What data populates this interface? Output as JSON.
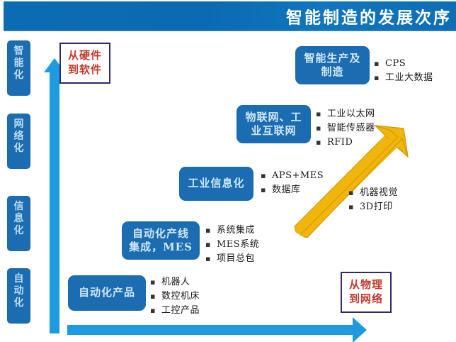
{
  "banner": {
    "title": "智能制造的发展次序",
    "background_color": "#0c6cb3",
    "text_color": "#ffffff"
  },
  "colors": {
    "box_blue": "#1b6cb0",
    "arrow_blue": "#1e9ae0",
    "arrow_yellow": "#f2b50b",
    "note_text_red": "#c0392b",
    "note_border": "#2c2c66"
  },
  "stages": [
    {
      "name": "stage-intelligent",
      "chars": [
        "智",
        "能",
        "化"
      ]
    },
    {
      "name": "stage-networked",
      "chars": [
        "网",
        "络",
        "化"
      ]
    },
    {
      "name": "stage-informatized",
      "chars": [
        "信",
        "息",
        "化"
      ]
    },
    {
      "name": "stage-automated",
      "chars": [
        "自",
        "动",
        "化"
      ]
    }
  ],
  "notes": {
    "hardware_to_software": {
      "line1": "从硬件",
      "line2": "到软件"
    },
    "physical_to_network": {
      "line1": "从物理",
      "line2": "到网络"
    }
  },
  "layers": [
    {
      "id": "intelligent-production",
      "title_line1": "智能生产及",
      "title_line2": "制造",
      "bullets": [
        "CPS",
        "工业大数据"
      ]
    },
    {
      "id": "iot-industrial-internet",
      "title_line1": "物联网、工",
      "title_line2": "业互联网",
      "bullets": [
        "工业以太网",
        "智能传感器",
        "RFID"
      ]
    },
    {
      "id": "industrial-informatization",
      "title_line1": "工业信息化",
      "title_line2": "",
      "bullets": [
        "APS+MES",
        "数据库"
      ]
    },
    {
      "id": "automation-line-integration",
      "title_line1": "自动化产线",
      "title_line2": "集成，MES",
      "bullets": [
        "系统集成",
        "MES系统",
        "项目总包"
      ]
    },
    {
      "id": "automation-products",
      "title_line1": "自动化产品",
      "title_line2": "",
      "bullets": [
        "机器人",
        "数控机床",
        "工控产品"
      ]
    }
  ],
  "arrow_side_bullets": [
    "机器视觉",
    "3D打印"
  ],
  "bullet_glyph": "▪"
}
